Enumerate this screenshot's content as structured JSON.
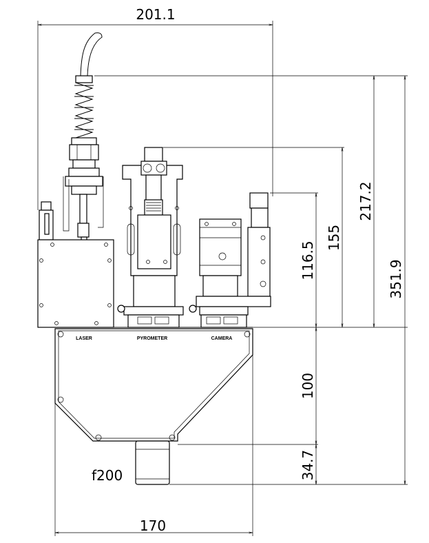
{
  "drawing": {
    "dimensions": {
      "overall_width": "201.1",
      "height_cable": "217.2",
      "total_height": "351.9",
      "height_pyrometer": "155",
      "height_camera": "116.5",
      "housing_height": "100",
      "lens_height": "34.7",
      "housing_width": "170"
    },
    "labels": {
      "laser": "LASER",
      "pyrometer": "PYROMETER",
      "camera": "CAMERA",
      "focal_length": "f200"
    }
  }
}
